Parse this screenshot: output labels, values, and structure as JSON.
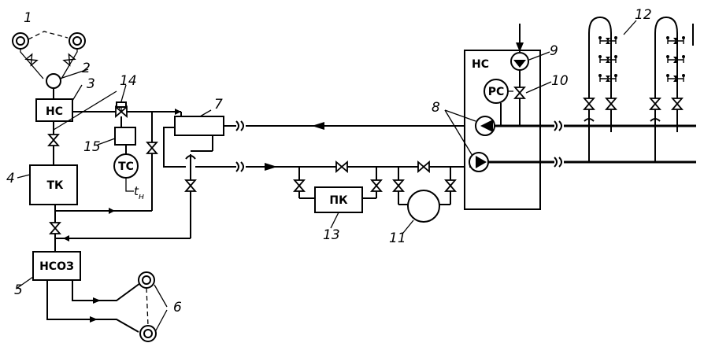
{
  "labels": {
    "n1": "1",
    "n2": "2",
    "n3": "3",
    "n4": "4",
    "n5": "5",
    "n6": "6",
    "n7": "7",
    "n8": "8",
    "n9": "9",
    "n10": "10",
    "n11": "11",
    "n12": "12",
    "n13": "13",
    "n14": "14",
    "n15": "15"
  },
  "boxes": {
    "ns_left": "НС",
    "tk": "ТК",
    "nsoz": "НСОЗ",
    "tc": "ТС",
    "pk": "ПК",
    "pc": "РС",
    "ns_right": "НС"
  },
  "outdoor_temp": {
    "base": "t",
    "sub": "н"
  }
}
